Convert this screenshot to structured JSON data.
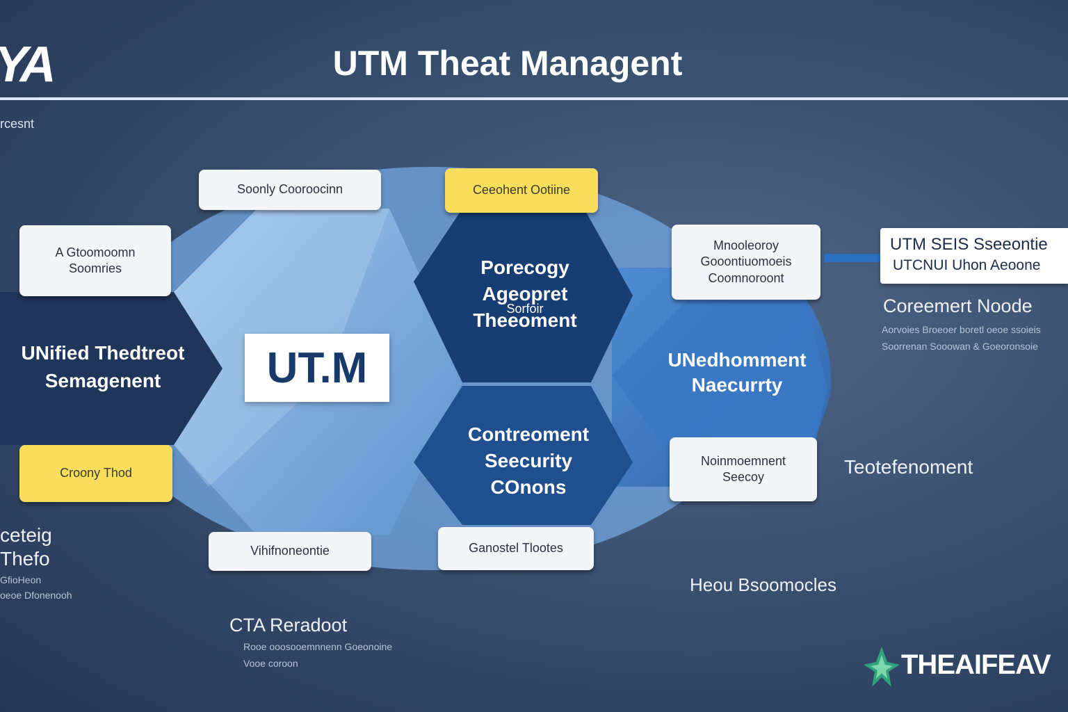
{
  "header": {
    "logo": "YA",
    "title": "UTM Theat Managent",
    "corner_label": "rcesnt"
  },
  "center": {
    "label": "UT.M"
  },
  "hexes": {
    "left": "UNified Thedtreot\nSemagenent",
    "top_right": "Porecogy\nAgeopret\nTheeoment",
    "top_right_sub": "Sorfoir",
    "bottom_right": "Contreoment\nSeecurity\nCOnons",
    "right": "UNedhomment\nNaecurrty"
  },
  "boxes": {
    "top_left": "Soonly Cooroocinn",
    "top_yellow": "Ceeohent Ootiine",
    "left_upper": "A  Gtoomoomn\nSoomries",
    "left_yellow": "Croony Thod",
    "bottom_left": "Vihifnoneontie",
    "bottom_right": "Ganostel Tlootes",
    "right_upper": "Mnooleoroy\nGooontiuomoeis\nCoomnoroont",
    "right_lower": "Noinmoemnent\nSeecoy"
  },
  "annotations": {
    "callout_line1": "UTM  SEIS  Sseeontie",
    "callout_line2": "UTCNUI Uhon Aeoone",
    "coremeent_title": "Coreemert Noode",
    "coremeent_small1": "Aorvoies Broeoer boretl oeoe ssoieis",
    "coremeent_small2": "Soorrenan Sooowan & Goeoronsoie",
    "teote": "Teotefenoment",
    "heou": "Heou  Bsoomocles",
    "left_bottom_line1": "ceteig",
    "left_bottom_line2": "Thefo",
    "left_bottom_small1": "GfioHeon",
    "left_bottom_small2": "oeoe Dfonenooh",
    "cta": "CTA Reradoot",
    "cta_small1": "Rooe ooosooemnnenn Goeonoine",
    "cta_small2": "Vooe coroon"
  },
  "brand": {
    "wordmark": "THEAIFEAV"
  },
  "colors": {
    "background": "#3a5170",
    "light_blue": "#8fb7e3",
    "mid_blue": "#4a86c8",
    "dark_blue": "#173d72",
    "navy": "#1f3559",
    "yellow": "#f9de5d"
  }
}
